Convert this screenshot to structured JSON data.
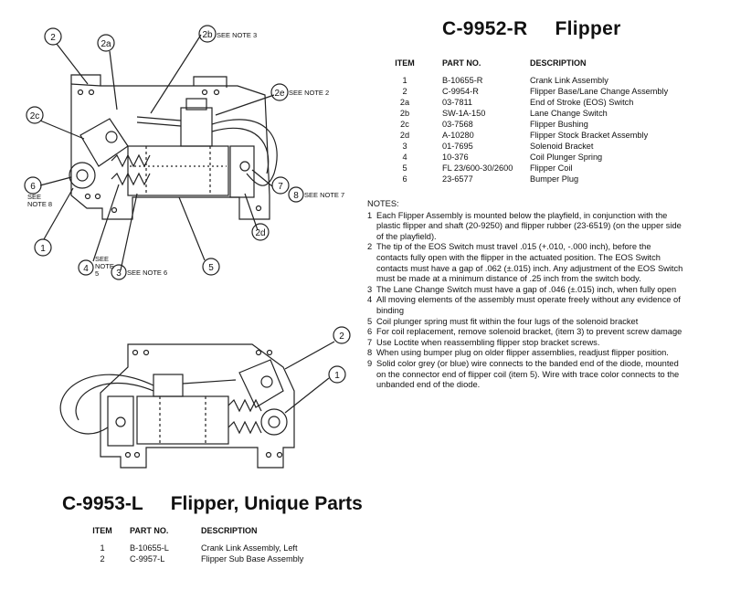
{
  "right_section": {
    "part_number": "C-9952-R",
    "name": "Flipper",
    "headers": {
      "item": "ITEM",
      "part_no": "PART NO.",
      "description": "DESCRIPTION"
    },
    "rows": [
      {
        "item": "1",
        "part_no": "B-10655-R",
        "description": "Crank Link Assembly"
      },
      {
        "item": "2",
        "part_no": "C-9954-R",
        "description": "Flipper Base/Lane Change Assembly"
      },
      {
        "item": "2a",
        "part_no": "03-7811",
        "description": "End of Stroke (EOS) Switch"
      },
      {
        "item": "2b",
        "part_no": "SW-1A-150",
        "description": "Lane Change Switch"
      },
      {
        "item": "2c",
        "part_no": "03-7568",
        "description": "Flipper Bushing"
      },
      {
        "item": "2d",
        "part_no": "A-10280",
        "description": "Flipper Stock Bracket Assembly"
      },
      {
        "item": "3",
        "part_no": "01-7695",
        "description": "Solenoid Bracket"
      },
      {
        "item": "4",
        "part_no": "10-376",
        "description": "Coil Plunger Spring"
      },
      {
        "item": "5",
        "part_no": "FL 23/600-30/2600",
        "description": "Flipper Coil"
      },
      {
        "item": "6",
        "part_no": "23-6577",
        "description": "Bumper Plug"
      }
    ]
  },
  "notes": {
    "heading": "NOTES:",
    "items": [
      {
        "n": "1",
        "text": "Each Flipper Assembly is mounted below the playfield, in conjunction with the plastic flipper and shaft (20-9250) and flipper rubber (23-6519) (on the upper side of the playfield)."
      },
      {
        "n": "2",
        "text": "The tip of the EOS Switch must travel .015 (+.010, -.000 inch), before the contacts fully open with the flipper in the actuated position. The EOS Switch contacts must have a gap of .062 (±.015) inch. Any adjustment of the EOS Switch must be made at a minimum distance of .25 inch from the switch body."
      },
      {
        "n": "3",
        "text": "The Lane Change Switch must have a gap of .046 (±.015) inch, when fully open"
      },
      {
        "n": "4",
        "text": "All moving elements of the assembly must operate freely without any evidence of binding"
      },
      {
        "n": "5",
        "text": "Coil plunger spring must fit within the four lugs of the solenoid bracket"
      },
      {
        "n": "6",
        "text": "For coil replacement, remove solenoid bracket, (item 3) to prevent screw damage"
      },
      {
        "n": "7",
        "text": "Use Loctite when reassembling flipper stop bracket screws."
      },
      {
        "n": "8",
        "text": "When using bumper plug on older flipper assemblies, readjust flipper position."
      },
      {
        "n": "9",
        "text": "Solid color grey (or blue) wire connects to the banded end of the diode, mounted on the connector end of flipper coil (item 5). Wire with trace color connects to the unbanded end of the diode."
      }
    ]
  },
  "left_section": {
    "part_number": "C-9953-L",
    "name": "Flipper, Unique Parts",
    "headers": {
      "item": "ITEM",
      "part_no": "PART NO.",
      "description": "DESCRIPTION"
    },
    "rows": [
      {
        "item": "1",
        "part_no": "B-10655-L",
        "description": "Crank Link Assembly, Left"
      },
      {
        "item": "2",
        "part_no": "C-9957-L",
        "description": "Flipper Sub Base Assembly"
      }
    ]
  },
  "callouts": {
    "c2": "2",
    "c2a": "2a",
    "c2b": "2b",
    "c2e": "2e",
    "c2c": "2c",
    "c6": "6",
    "c7": "7",
    "c8": "8",
    "c2d": "2d",
    "c1": "1",
    "c4": "4",
    "c3": "3",
    "c5": "5",
    "see_note_3": "SEE NOTE 3",
    "see_note_2": "SEE NOTE 2",
    "see_note_7": "SEE NOTE 7",
    "see_note_6": "SEE NOTE 6",
    "see_note_8_a": "SEE",
    "see_note_8_b": "NOTE 8",
    "see_note_5_a": "SEE",
    "see_note_5_b": "NOTE",
    "see_note_5_c": "5",
    "l2": "2",
    "l1": "1"
  }
}
